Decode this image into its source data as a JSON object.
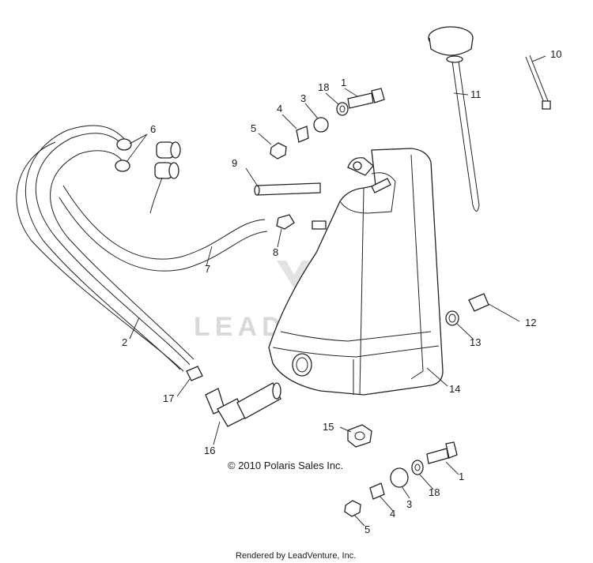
{
  "copyright": "© 2010 Polaris Sales Inc.",
  "rendered_by": "Rendered by LeadVenture, Inc.",
  "watermark": "LEADVENTURE",
  "callouts": {
    "c1a": "1",
    "c1b": "1",
    "c2": "2",
    "c3a": "3",
    "c3b": "3",
    "c4a": "4",
    "c4b": "4",
    "c5a": "5",
    "c5b": "5",
    "c6": "6",
    "c7": "7",
    "c8": "8",
    "c9": "9",
    "c10": "10",
    "c11": "11",
    "c12": "12",
    "c13": "13",
    "c14": "14",
    "c15": "15",
    "c16": "16",
    "c17": "17",
    "c18a": "18",
    "c18b": "18"
  }
}
